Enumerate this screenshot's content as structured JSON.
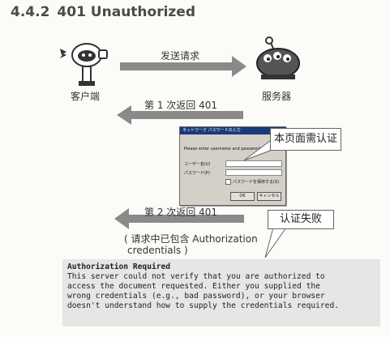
{
  "heading": {
    "number": "4.4.2",
    "title": "401 Unauthorized"
  },
  "client": {
    "label": "客户端"
  },
  "server": {
    "label": "服务器"
  },
  "arrows": [
    {
      "label": "发送请求"
    },
    {
      "label": "第 1 次返回 401"
    },
    {
      "label": "第 2 次返回 401"
    }
  ],
  "second_note": {
    "line1": "( 请求中已包含 Authorization",
    "line2": "credentials )"
  },
  "callouts": {
    "auth_required": "本页面需认证",
    "auth_failed": "认证失败"
  },
  "dialog": {
    "title": "ネットワーク パスワードの入力",
    "prompt": "Please enter username and password",
    "username_label": "ユーザー名(U)",
    "password_label": "パスワード(P)",
    "save_label": "パスワードを保存する(S)",
    "ok_label": "OK",
    "cancel_label": "キャンセル"
  },
  "error": {
    "title": "Authorization Required",
    "body": "This server could not verify that you are authorized to\naccess the document requested. Either you supplied the\nwrong credentials (e.g., bad password), or your browser\ndoesn't understand how to supply the credentials required."
  },
  "colors": {
    "arrow": "#8a8a8a",
    "error_bg": "#e6e6e6",
    "callout_border": "#666666"
  }
}
